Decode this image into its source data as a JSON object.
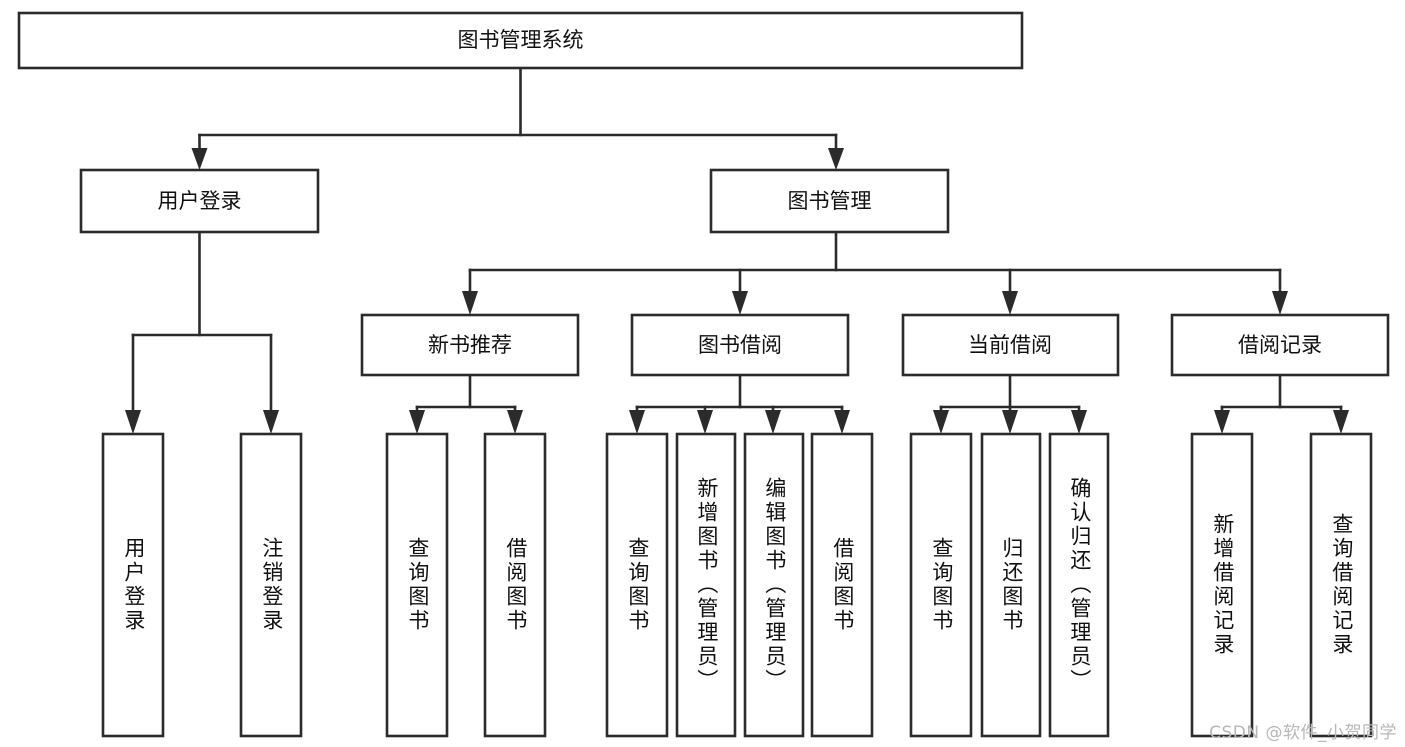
{
  "diagram": {
    "type": "tree-hierarchy",
    "title": "图书管理系统",
    "watermark": "CSDN @软件_小贺同学",
    "colors": {
      "stroke": "#2b2b2b",
      "fill": "#ffffff",
      "text": "#111111",
      "watermark": "#b7b7b7",
      "background": "#ffffff"
    },
    "root": {
      "label": "图书管理系统"
    },
    "level2": [
      {
        "label": "用户登录"
      },
      {
        "label": "图书管理"
      }
    ],
    "level3": [
      {
        "label": "新书推荐"
      },
      {
        "label": "图书借阅"
      },
      {
        "label": "当前借阅"
      },
      {
        "label": "借阅记录"
      }
    ],
    "leaves": {
      "user_login": [
        {
          "label": "用户登录"
        },
        {
          "label": "注销登录"
        }
      ],
      "new_book_recommend": [
        {
          "label": "查询图书"
        },
        {
          "label": "借阅图书"
        }
      ],
      "book_borrow": [
        {
          "label": "查询图书"
        },
        {
          "label": "新增图书（管理员）"
        },
        {
          "label": "编辑图书（管理员）"
        },
        {
          "label": "借阅图书"
        }
      ],
      "current_borrow": [
        {
          "label": "查询图书"
        },
        {
          "label": "归还图书"
        },
        {
          "label": "确认归还（管理员）"
        }
      ],
      "borrow_records": [
        {
          "label": "新增借阅记录"
        },
        {
          "label": "查询借阅记录"
        }
      ]
    }
  }
}
